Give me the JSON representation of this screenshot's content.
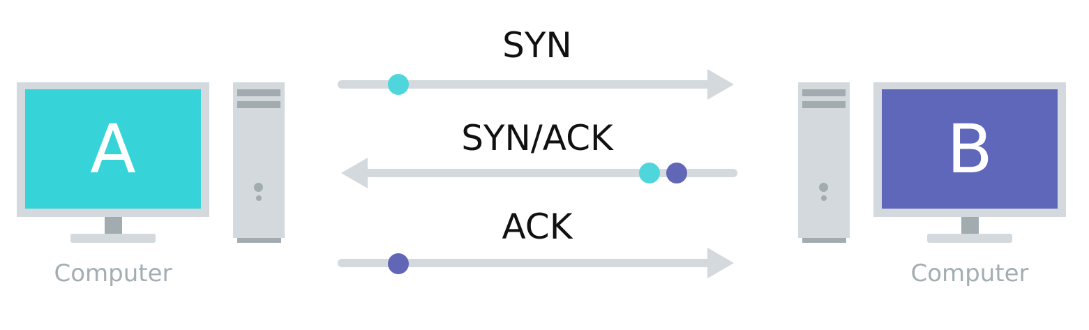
{
  "computer_a": {
    "letter": "A",
    "caption": "Computer",
    "screen_color": "#36d3d9"
  },
  "computer_b": {
    "letter": "B",
    "caption": "Computer",
    "screen_color": "#5f67bb"
  },
  "messages": {
    "syn": {
      "label": "SYN",
      "direction": "A-to-B"
    },
    "synack": {
      "label": "SYN/ACK",
      "direction": "B-to-A"
    },
    "ack": {
      "label": "ACK",
      "direction": "A-to-B"
    }
  },
  "colors": {
    "arrow": "#d3d9dc",
    "packet_teal": "#4fd6dc",
    "packet_purple": "#6166b6",
    "device_light": "#d3d9dc",
    "device_dark": "#a2abaf"
  },
  "icons": [
    "monitor-icon",
    "tower-icon",
    "arrow-right-icon",
    "arrow-left-icon",
    "packet-dot-icon"
  ]
}
